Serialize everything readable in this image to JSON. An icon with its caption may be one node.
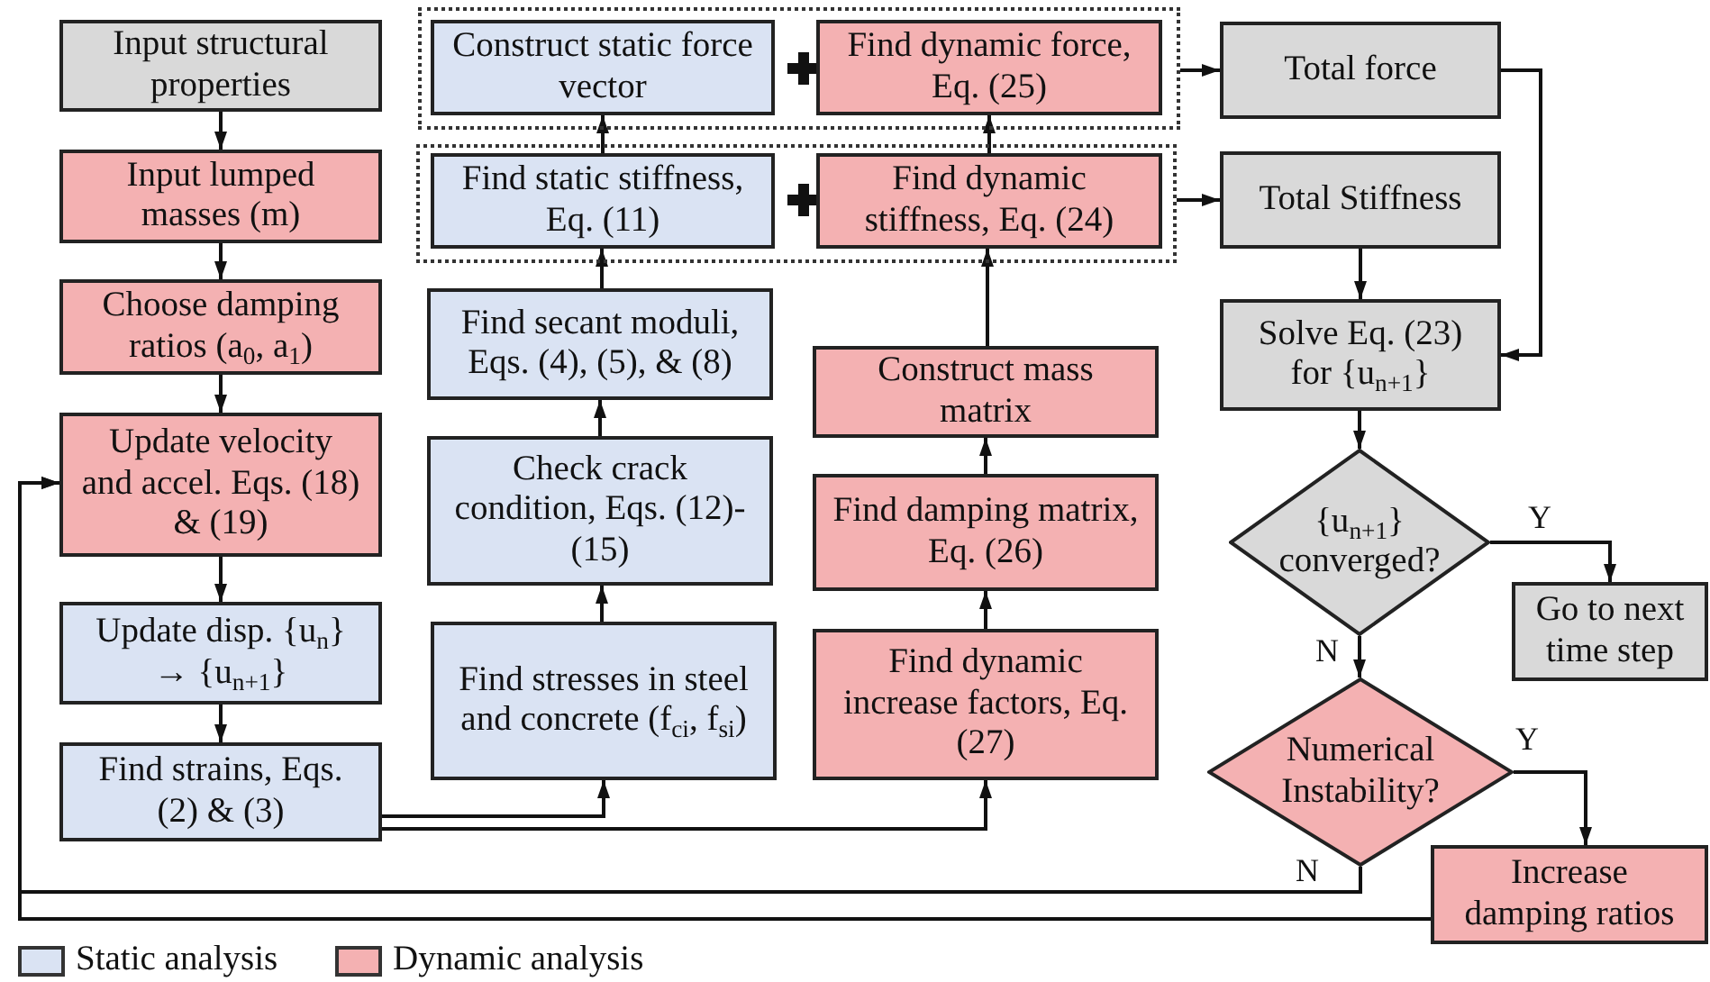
{
  "diagram": {
    "nodes": [
      {
        "text": [
          "Input structural properties"
        ]
      },
      {
        "text": [
          "Input lumped masses (m)"
        ]
      },
      {
        "text": [
          "Choose damping ratios (a$_{0}$, a$_{1}$)"
        ]
      },
      {
        "text": [
          "Update velocity and accel. Eqs. (18) & (19)"
        ]
      },
      {
        "text": [
          "Update disp. {u$_{n}$} → {u$_{n+1}$}"
        ]
      },
      {
        "text": [
          "Find strains, Eqs. (2) & (3)"
        ]
      },
      {
        "text": [],
        "shape": "box"
      },
      {
        "text": [
          "Construct static force vector"
        ],
        "in": 6
      },
      {
        "text": [
          "Find dynamic force, Eq. (25)"
        ],
        "in": 6
      },
      {
        "text": [],
        "shape": "box"
      },
      {
        "text": [
          "Find static stiffness, Eq. (11)"
        ],
        "in": 9
      },
      {
        "text": [
          "Find dynamic stiffness, Eq. (24)"
        ],
        "in": 9
      },
      {
        "text": [
          "Find secant moduli, Eqs. (4), (5), & (8)"
        ]
      },
      {
        "text": [
          "Check crack condition, Eqs. (12)-(15)"
        ]
      },
      {
        "text": [
          "Find stresses in steel and concrete (f$_{ci}$, f$_{si}$)"
        ]
      },
      {
        "text": [
          "Construct mass matrix"
        ]
      },
      {
        "text": [
          "Find damping matrix, Eq. (26)"
        ]
      },
      {
        "text": [
          "Find dynamic increase factors, Eq. (27)"
        ]
      },
      {
        "text": [
          "Total force"
        ]
      },
      {
        "text": [
          "Total Stiffness"
        ]
      },
      {
        "text": [
          "Solve Eq. (23) for {u$_{n+1}$}"
        ]
      },
      {
        "text": [
          "{u$_{n+1}$} converged?"
        ]
      },
      {
        "text": [
          "Go to next time step"
        ]
      },
      {
        "text": [
          "Numerical Instability?"
        ]
      },
      {
        "text": [
          "Increase damping ratios"
        ]
      }
    ],
    "edges": [
      {
        "from": 0,
        "to": 1,
        "arrow": "to"
      },
      {
        "from": 1,
        "to": 2,
        "arrow": "to"
      },
      {
        "from": 2,
        "to": 3,
        "arrow": "to"
      },
      {
        "from": 3,
        "to": 4,
        "arrow": "to"
      },
      {
        "from": 4,
        "to": 5,
        "arrow": "to"
      },
      {
        "from": 5,
        "to": 14,
        "arrow": "to"
      },
      {
        "from": 5,
        "to": 17,
        "arrow": "to"
      },
      {
        "from": 14,
        "to": 13,
        "arrow": "to"
      },
      {
        "from": 13,
        "to": 12,
        "arrow": "to"
      },
      {
        "from": 12,
        "to": 10,
        "arrow": "to"
      },
      {
        "from": 10,
        "to": 7,
        "arrow": "to"
      },
      {
        "from": 17,
        "to": 16,
        "arrow": "to"
      },
      {
        "from": 16,
        "to": 15,
        "arrow": "to"
      },
      {
        "from": 15,
        "to": 11,
        "arrow": "to"
      },
      {
        "from": 11,
        "to": 8,
        "arrow": "to"
      },
      {
        "from": 6,
        "to": 18,
        "arrow": "to"
      },
      {
        "from": 9,
        "to": 19,
        "arrow": "to"
      },
      {
        "from": 19,
        "to": 20,
        "arrow": "to"
      },
      {
        "from": 18,
        "to": 20,
        "arrow": "to"
      },
      {
        "from": 20,
        "to": 21,
        "arrow": "to"
      },
      {
        "from": 21,
        "to": 22,
        "label": "Y",
        "arrow": "to"
      },
      {
        "from": 21,
        "to": 23,
        "label": "N",
        "arrow": "to"
      },
      {
        "from": 23,
        "to": 24,
        "label": "Y",
        "arrow": "to"
      },
      {
        "from": 23,
        "to": 3,
        "label": "N",
        "arrow": "to"
      },
      {
        "from": 24,
        "to": 3,
        "arrow": "to"
      }
    ],
    "legend": [
      {
        "text": "Static analysis",
        "color": "#dae3f3"
      },
      {
        "text": "Dynamic analysis",
        "color": "#f4b1b2"
      }
    ]
  }
}
